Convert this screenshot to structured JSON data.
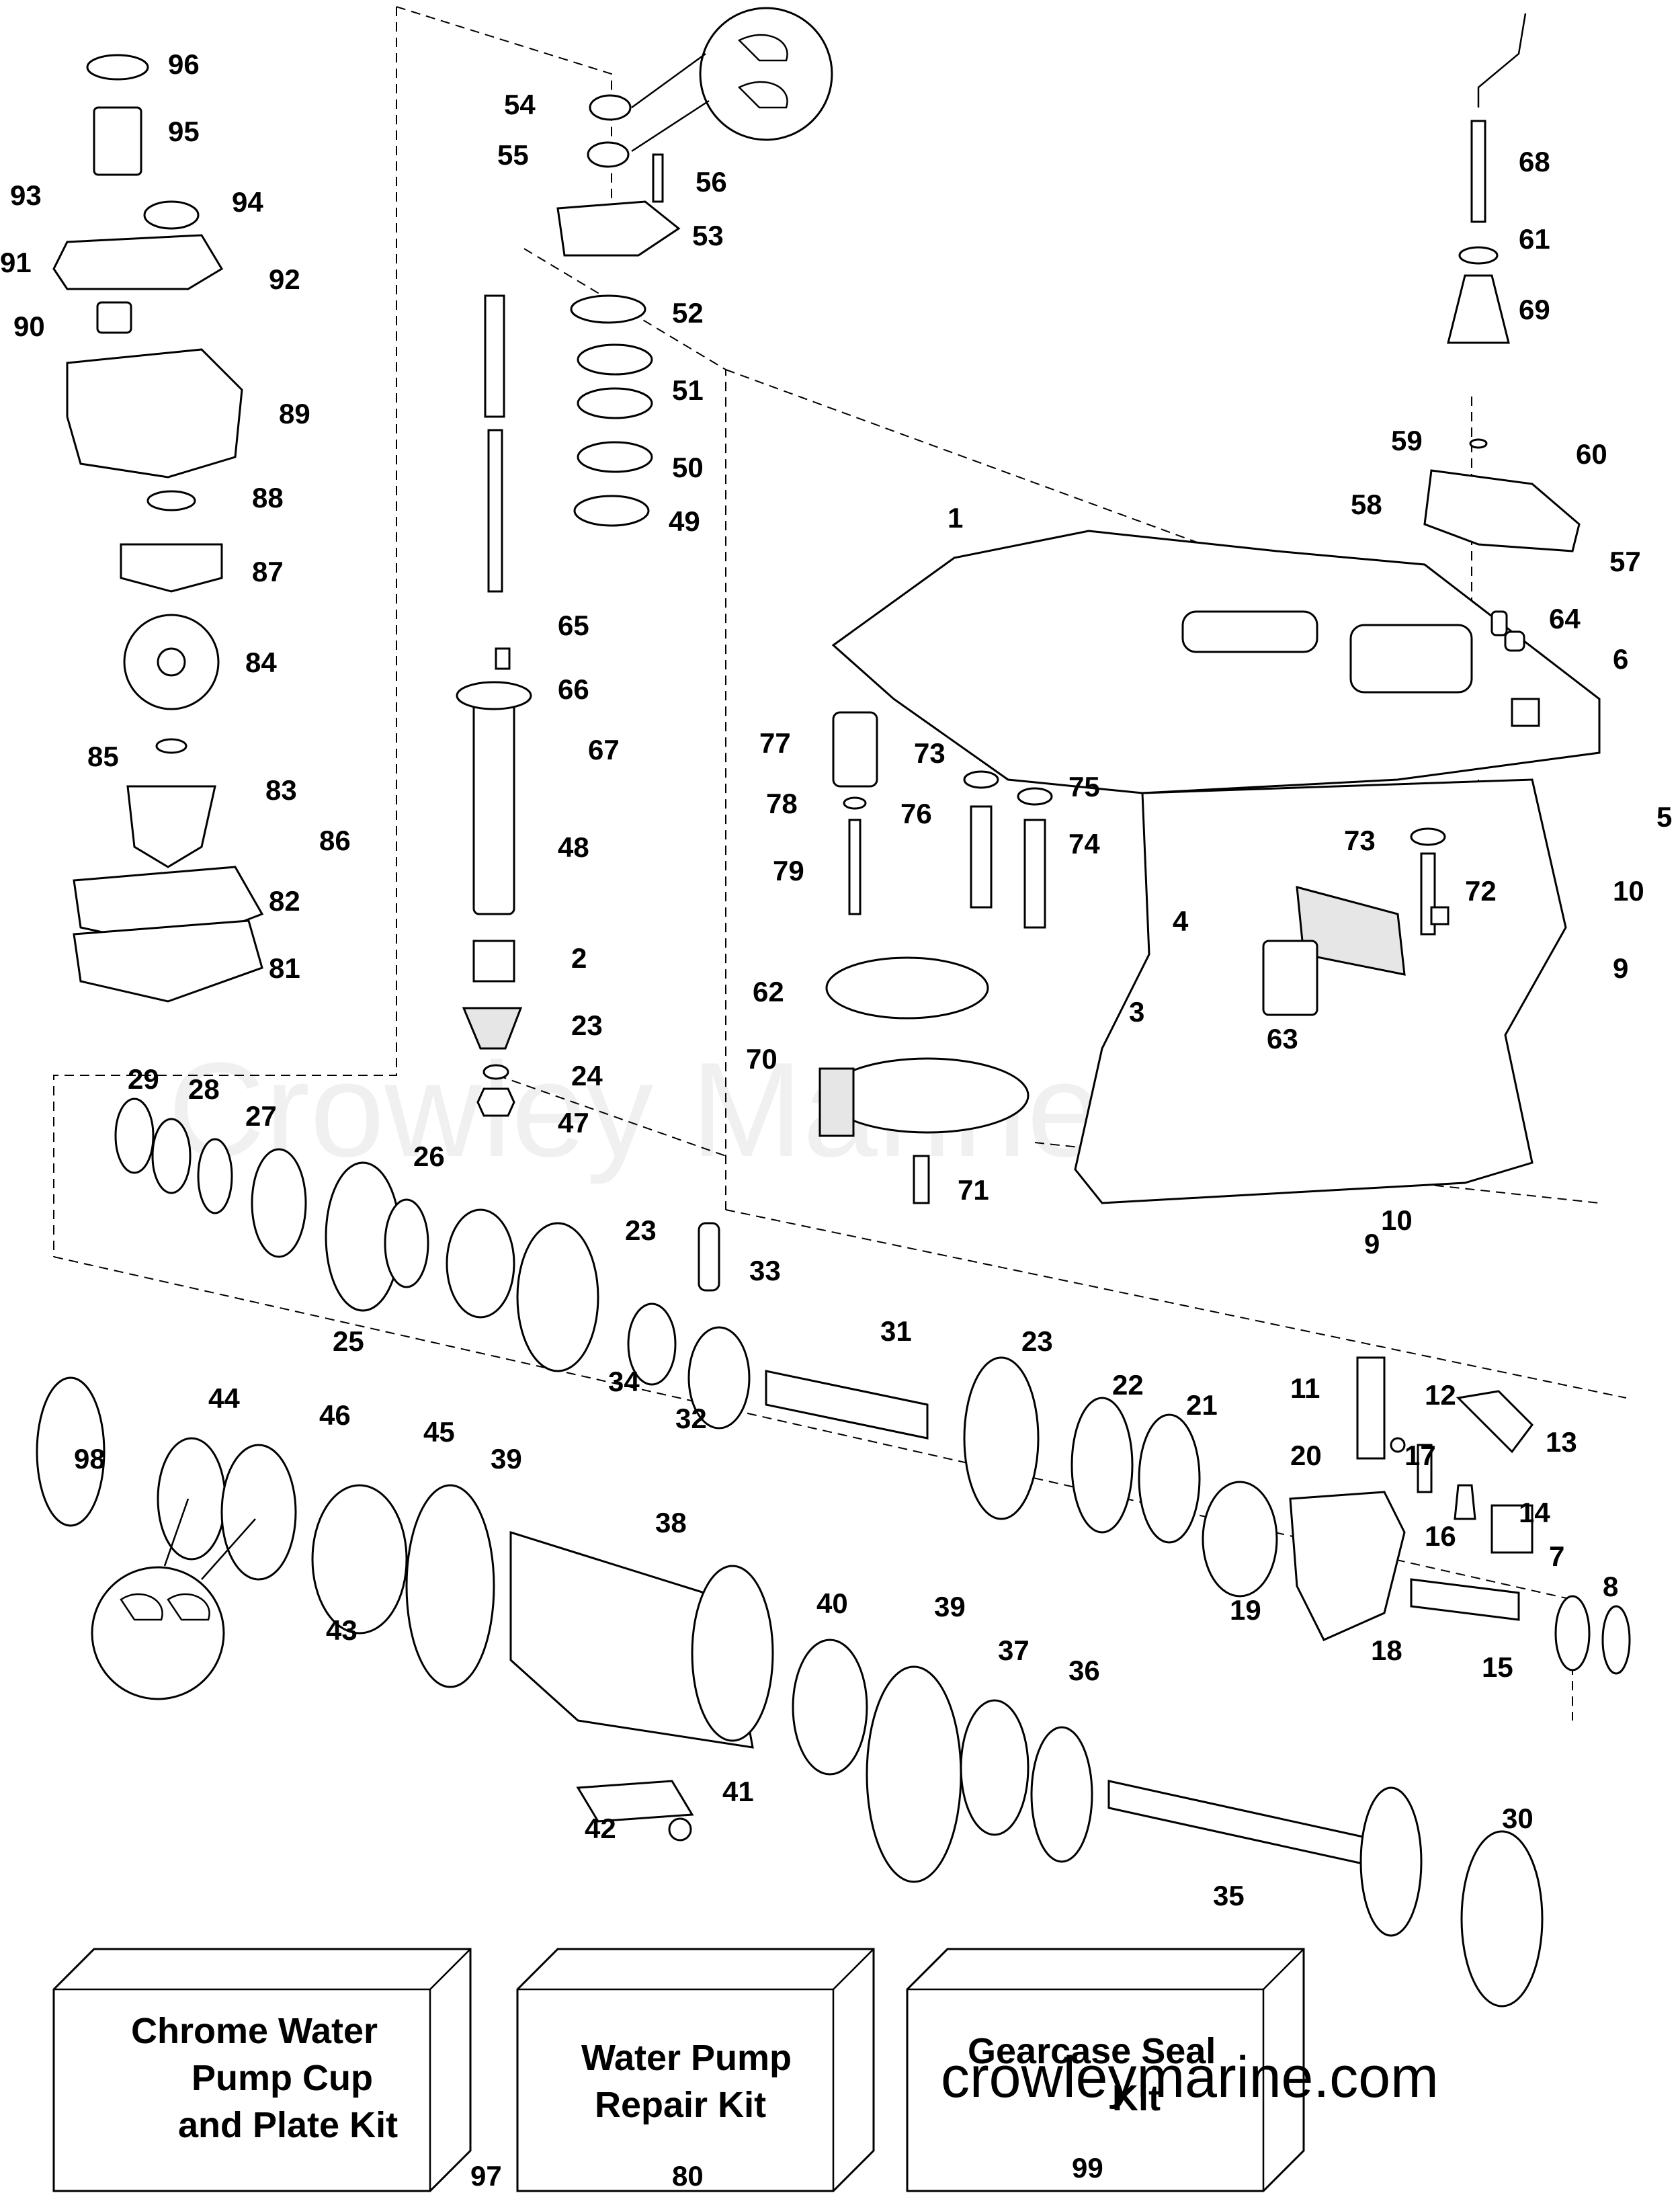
{
  "watermark": "Crowley Marine",
  "website": "crowleymarine.com",
  "kits": [
    {
      "line1": "Chrome Water",
      "line2": "Pump Cup",
      "line3": "and Plate Kit",
      "number": "97"
    },
    {
      "line1": "Water Pump",
      "line2": "Repair Kit",
      "line3": "",
      "number": "80"
    },
    {
      "line1": "Gearcase Seal",
      "line2": "Kit",
      "line3": "",
      "number": "99"
    }
  ],
  "callouts": [
    "1",
    "2",
    "3",
    "4",
    "5",
    "6",
    "7",
    "8",
    "9",
    "10",
    "11",
    "12",
    "13",
    "14",
    "15",
    "16",
    "17",
    "18",
    "19",
    "20",
    "21",
    "22",
    "23",
    "24",
    "25",
    "26",
    "27",
    "28",
    "29",
    "30",
    "31",
    "32",
    "33",
    "34",
    "35",
    "36",
    "37",
    "38",
    "39",
    "40",
    "41",
    "42",
    "43",
    "44",
    "45",
    "46",
    "47",
    "48",
    "49",
    "50",
    "51",
    "52",
    "53",
    "54",
    "55",
    "56",
    "57",
    "58",
    "59",
    "60",
    "61",
    "62",
    "63",
    "64",
    "65",
    "66",
    "67",
    "68",
    "69",
    "70",
    "71",
    "72",
    "73",
    "74",
    "75",
    "76",
    "77",
    "78",
    "79",
    "81",
    "82",
    "83",
    "84",
    "85",
    "86",
    "87",
    "88",
    "89",
    "90",
    "91",
    "92",
    "93",
    "94",
    "95",
    "96",
    "98"
  ],
  "icons": {
    "seal-detail-top": "seal-lips-icon",
    "seal-detail-bottom": "seal-lips-icon"
  }
}
